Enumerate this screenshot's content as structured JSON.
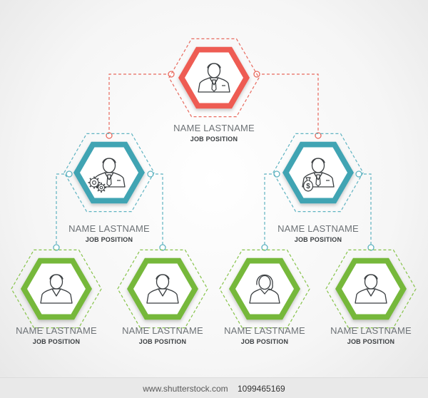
{
  "colors": {
    "ceo": "#ee5c52",
    "manager": "#3fa4b3",
    "staff": "#76b83b",
    "line_ceo": "#e86a5e",
    "line_manager": "#5fb3c1",
    "line_staff": "#86c34a"
  },
  "nodes": [
    {
      "id": "ceo",
      "level": "ceo",
      "icon": "businessman-tie-icon",
      "name": "NAME LASTNAME",
      "position": "JOB POSITION"
    },
    {
      "id": "manager-left",
      "level": "manager",
      "icon": "businessman-gears-icon",
      "name": "NAME LASTNAME",
      "position": "JOB POSITION"
    },
    {
      "id": "manager-right",
      "level": "manager",
      "icon": "businessman-money-bag-icon",
      "name": "NAME LASTNAME",
      "position": "JOB POSITION"
    },
    {
      "id": "staff-1",
      "level": "staff",
      "icon": "male-user-icon",
      "name": "NAME LASTNAME",
      "position": "JOB POSITION"
    },
    {
      "id": "staff-2",
      "level": "staff",
      "icon": "male-user-icon",
      "name": "NAME LASTNAME",
      "position": "JOB POSITION"
    },
    {
      "id": "staff-3",
      "level": "staff",
      "icon": "female-user-icon",
      "name": "NAME LASTNAME",
      "position": "JOB POSITION"
    },
    {
      "id": "staff-4",
      "level": "staff",
      "icon": "male-user-icon",
      "name": "NAME LASTNAME",
      "position": "JOB POSITION"
    }
  ],
  "footer": {
    "site": "www.shutterstock.com",
    "image_id": "1099465169"
  }
}
